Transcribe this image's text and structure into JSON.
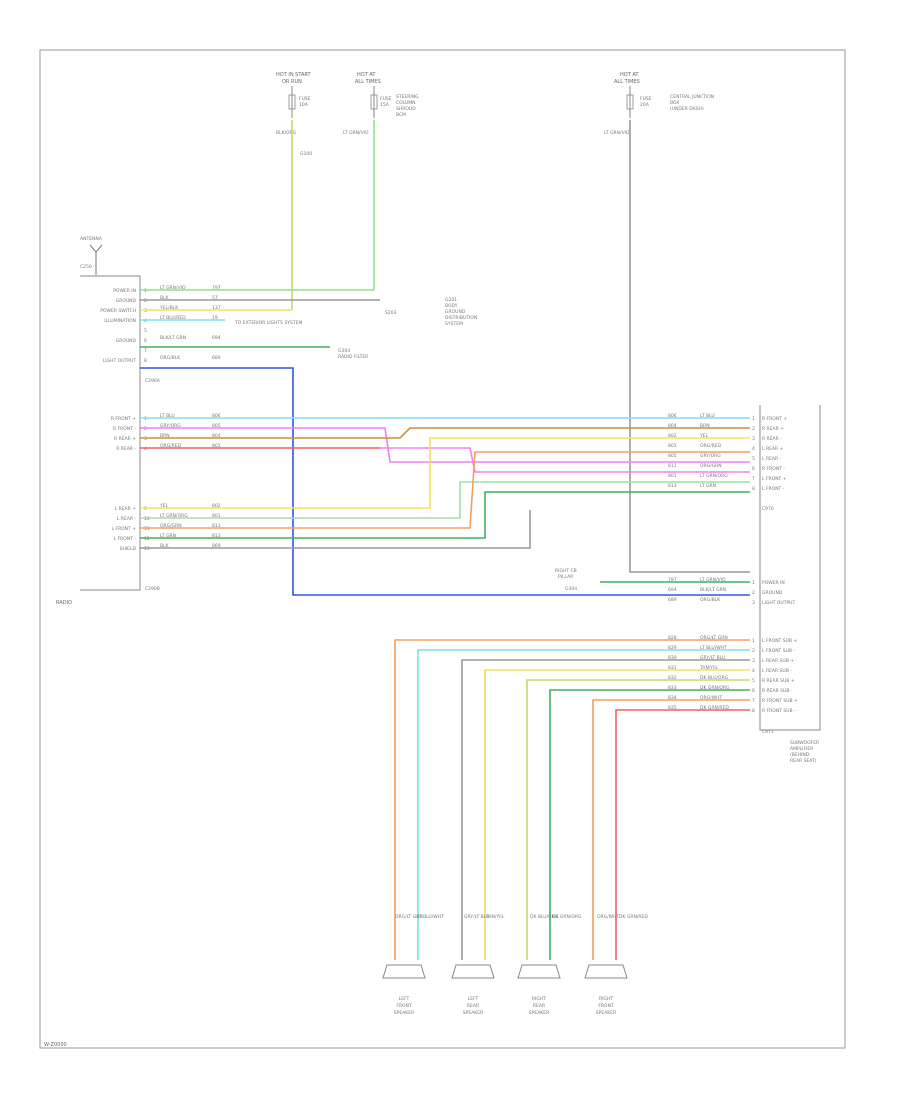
{
  "footer_code": "W-Z0000",
  "top_sources": {
    "left": {
      "line1": "HOT IN START",
      "line2": "OR RUN",
      "fuse": "FUSE",
      "amps": "10A",
      "wire": "BLK/ORG",
      "color_code": "G100"
    },
    "middle": {
      "line1": "HOT AT",
      "line2": "ALL TIMES",
      "fuse": "FUSE",
      "amps": "15A",
      "wire": "LT GRN/VIO",
      "note1": "STEERING",
      "note2": "COLUMN",
      "note3": "SHROUD",
      "note4": "BCM"
    },
    "right": {
      "line1": "HOT AT",
      "line2": "ALL TIMES",
      "fuse": "FUSE",
      "amps": "20A",
      "wire": "LT GRN/VIO",
      "note1": "CENTRAL JUNCTION",
      "note2": "BOX",
      "note3": "(UNDER DASH)"
    }
  },
  "radio": {
    "name": "RADIO",
    "antenna_label": "ANTENNA",
    "antenna_code": "C250",
    "connector_a": "C290A",
    "connector_b": "C290B",
    "pins_top": [
      {
        "label": "POWER IN",
        "num": "1",
        "wire": "LT GRN/VIO",
        "circuit": "797"
      },
      {
        "label": "GROUND",
        "num": "2",
        "wire": "BLK",
        "circuit": "57"
      },
      {
        "label": "POWER SWITCH",
        "num": "3",
        "wire": "YEL/BLK",
        "circuit": "137"
      },
      {
        "label": "ILLUMINATION",
        "num": "4",
        "wire": "LT BLU/RED",
        "circuit": "19"
      },
      {
        "label": "",
        "num": "5",
        "wire": "",
        "circuit": ""
      },
      {
        "label": "GROUND",
        "num": "6",
        "wire": "BLK/LT GRN",
        "circuit": "694"
      },
      {
        "label": "",
        "num": "7",
        "wire": "",
        "circuit": ""
      },
      {
        "label": "LIGHT OUTPUT",
        "num": "8",
        "wire": "ORG/BLK",
        "circuit": "689"
      }
    ],
    "pins_front": [
      {
        "label": "R FRONT +",
        "num": "1",
        "wire": "LT BLU",
        "circuit": "806"
      },
      {
        "label": "R FRONT -",
        "num": "2",
        "wire": "GRY/ORG",
        "circuit": "805"
      },
      {
        "label": "R REAR +",
        "num": "3",
        "wire": "BRN",
        "circuit": "804"
      },
      {
        "label": "R REAR -",
        "num": "4",
        "wire": "ORG/RED",
        "circuit": "803"
      }
    ],
    "pins_rear": [
      {
        "label": "L REAR +",
        "num": "9",
        "wire": "YEL",
        "circuit": "802"
      },
      {
        "label": "L REAR -",
        "num": "10",
        "wire": "LT GRN/ORG",
        "circuit": "801"
      },
      {
        "label": "L FRONT +",
        "num": "11",
        "wire": "ORG/GRN",
        "circuit": "811"
      },
      {
        "label": "L FRONT -",
        "num": "12",
        "wire": "LT GRN",
        "circuit": "813"
      },
      {
        "label": "SHIELD",
        "num": "13",
        "wire": "BLK",
        "circuit": "869"
      }
    ],
    "illumination_note": "TO EXTERIOR LIGHTS SYSTEM",
    "ground_dest": "G201",
    "ground_dest_note1": "BODY",
    "ground_dest_note2": "GROUND",
    "ground_dest_note3": "DISTRIBUTION",
    "ground_dest_note4": "SYSTEM",
    "splice_code": "S203",
    "illum_dest": "G304",
    "illum_note": "RADIO FILTER"
  },
  "amplifier": {
    "name_lines": [
      "SUBWOOFER",
      "AMPLIFIER",
      "(BEHIND",
      "REAR SEAT)"
    ],
    "connector_c": "C970",
    "connector_d": "C971",
    "pins_in": [
      {
        "label": "R FRONT +",
        "num": "1",
        "wire": "LT BLU",
        "circuit": "806"
      },
      {
        "label": "R REAR +",
        "num": "2",
        "wire": "BRN",
        "circuit": "804"
      },
      {
        "label": "R REAR -",
        "num": "3",
        "wire": "YEL",
        "circuit": "802"
      },
      {
        "label": "L REAR +",
        "num": "4",
        "wire": "ORG/RED",
        "circuit": "803"
      },
      {
        "label": "L REAR -",
        "num": "5",
        "wire": "GRY/ORG",
        "circuit": "805"
      },
      {
        "label": "R FRONT -",
        "num": "6",
        "wire": "ORG/GRN",
        "circuit": "811"
      },
      {
        "label": "L FRONT +",
        "num": "7",
        "wire": "LT GRN/ORG",
        "circuit": "801"
      },
      {
        "label": "L FRONT -",
        "num": "8",
        "wire": "LT GRN",
        "circuit": "813"
      }
    ],
    "pins_power": [
      {
        "label": "POWER IN",
        "num": "1",
        "wire": "LT GRN/VIO",
        "circuit": "797"
      },
      {
        "label": "GROUND",
        "num": "2",
        "wire": "BLK/LT GRN",
        "circuit": "694"
      },
      {
        "label": "LIGHT OUTPUT",
        "num": "3",
        "wire": "ORG/BLK",
        "circuit": "689"
      }
    ],
    "pins_out": [
      {
        "label": "L FRONT SUB +",
        "num": "1",
        "wire": "ORG/LT GRN",
        "circuit": "828"
      },
      {
        "label": "L FRONT SUB -",
        "num": "2",
        "wire": "LT BLU/WHT",
        "circuit": "829"
      },
      {
        "label": "L REAR SUB +",
        "num": "3",
        "wire": "GRY/LT BLU",
        "circuit": "830"
      },
      {
        "label": "L REAR SUB -",
        "num": "4",
        "wire": "TAN/YEL",
        "circuit": "831"
      },
      {
        "label": "R REAR SUB +",
        "num": "5",
        "wire": "DK BLU/ORG",
        "circuit": "832"
      },
      {
        "label": "R REAR SUB -",
        "num": "6",
        "wire": "DK GRN/ORG",
        "circuit": "833"
      },
      {
        "label": "R FRONT SUB +",
        "num": "7",
        "wire": "ORG/WHT",
        "circuit": "834"
      },
      {
        "label": "R FRONT SUB -",
        "num": "8",
        "wire": "DK GRN/RED",
        "circuit": "835"
      }
    ],
    "ground_dest": "G304",
    "ground_note1": "RIGHT CB",
    "ground_note2": "PILLAR"
  },
  "speakers": [
    {
      "line1": "LEFT",
      "line2": "FRONT",
      "line3": "SPEAKER",
      "wire_a": "ORG/LT GRN",
      "wire_b": "LT BLU/WHT"
    },
    {
      "line1": "LEFT",
      "line2": "REAR",
      "line3": "SPEAKER",
      "wire_a": "GRY/LT BLU",
      "wire_b": "TAN/YEL"
    },
    {
      "line1": "RIGHT",
      "line2": "REAR",
      "line3": "SPEAKER",
      "wire_a": "DK BLU/ORG",
      "wire_b": "DK GRN/ORG"
    },
    {
      "line1": "RIGHT",
      "line2": "FRONT",
      "line3": "SPEAKER",
      "wire_a": "ORG/WHT",
      "wire_b": "DK GRN/RED"
    }
  ],
  "colors": {
    "lt_green": "#8ee08e",
    "yellow_green": "#c8d86a",
    "gray": "#9a9a9a",
    "yellow": "#f0e060",
    "cyan": "#7ee0f0",
    "blue": "#3355dd",
    "pink": "#f080f0",
    "brown": "#c89040",
    "orange": "#f0a060",
    "dk_green": "#40b060",
    "red": "#f06060",
    "ltgreen2": "#a0e0a0"
  }
}
